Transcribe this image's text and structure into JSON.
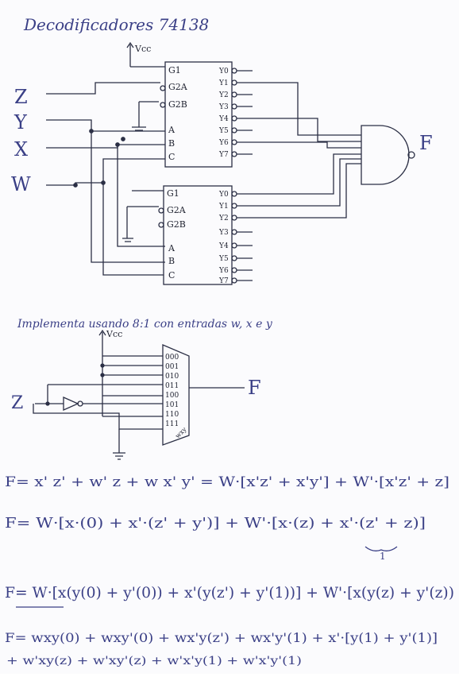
{
  "header": {
    "title": "Decodificadores 74138",
    "vcc": "Vcc"
  },
  "decoder_top": {
    "enable_pins": [
      "G1",
      "G2A",
      "G2B"
    ],
    "select_pins": [
      "A",
      "B",
      "C"
    ],
    "outputs": [
      "Y0",
      "Y1",
      "Y2",
      "Y3",
      "Y4",
      "Y5",
      "Y6",
      "Y7"
    ]
  },
  "decoder_bottom": {
    "enable_pins": [
      "G1",
      "G2A",
      "G2B"
    ],
    "select_pins": [
      "A",
      "B",
      "C"
    ],
    "outputs": [
      "Y0",
      "Y1",
      "Y2",
      "Y3",
      "Y4",
      "Y5",
      "Y6",
      "Y7"
    ]
  },
  "inputs": [
    "Z",
    "Y",
    "X",
    "W"
  ],
  "nand_output": "F",
  "mux_section": {
    "heading": "Implementa usando 8:1 con entradas w, x e y",
    "vcc": "Vcc",
    "mux_inputs": [
      "000",
      "001",
      "010",
      "011",
      "100",
      "101",
      "110",
      "111"
    ],
    "mux_selects": "wxy",
    "input_label": "Z",
    "output_label": "F"
  },
  "equations": [
    "F= x' z' + w' z + w x' y' = W·[x'z' + x'y'] + W'·[x'z' + z]",
    "F= W·[x·(0) + x'·(z' + y')] + W'·[x·(z) + x'·(z' + z)]",
    "1",
    "F= W·[x(y(0) + y'(0)) + x'(y(z') + y'(1))] + W'·[x(y(z) + y'(z))",
    "F= wxy(0) + wxy'(0) + wx'y(z') + wx'y'(1) + x'·[y(1) + y'(1)]",
    "+ w'xy(z) + w'xy'(z) + w'x'y(1) + w'x'y'(1)"
  ]
}
